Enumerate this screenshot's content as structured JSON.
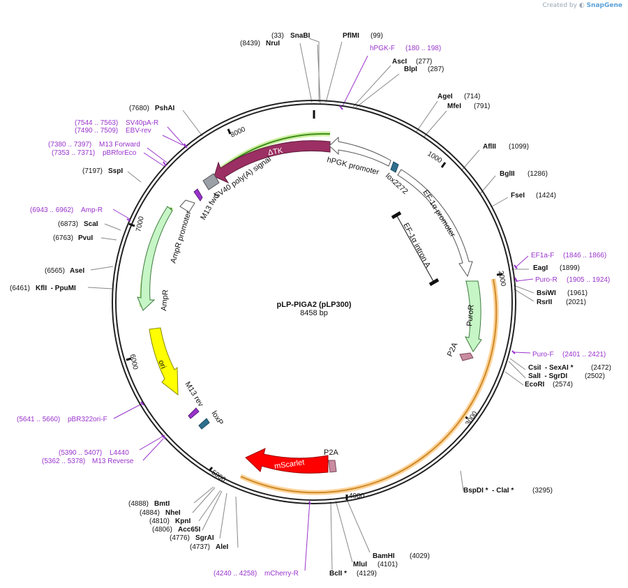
{
  "app": {
    "credit_prefix": "Created by",
    "credit_brand": "SnapGene"
  },
  "plasmid": {
    "name": "pLP-PIGA2 (pLP300)",
    "size_label": "8458 bp",
    "length_bp": 8458
  },
  "tick_labels": [
    "1000",
    "2000",
    "3000",
    "4000",
    "5000",
    "6000",
    "7000",
    "8000"
  ],
  "enzymes_right": [
    {
      "pos": "(33)",
      "name": "SnaBI"
    },
    {
      "pos": "(99)",
      "name": "PflMI"
    },
    {
      "pos": "(277)",
      "name": "AscI"
    },
    {
      "pos": "(287)",
      "name": "BlpI"
    },
    {
      "pos": "(714)",
      "name": "AgeI"
    },
    {
      "pos": "(791)",
      "name": "MfeI"
    },
    {
      "pos": "(1099)",
      "name": "AflII"
    },
    {
      "pos": "(1286)",
      "name": "BglII"
    },
    {
      "pos": "(1424)",
      "name": "FseI"
    },
    {
      "pos": "(1899)",
      "name": "EagI"
    },
    {
      "pos": "(1961)",
      "name": "BsiWI"
    },
    {
      "pos": "(2021)",
      "name": "RsrII"
    },
    {
      "pos": "(2472)",
      "name": "CsiI  - SexAI *"
    },
    {
      "pos": "(2502)",
      "name": "SalI  - SgrDI"
    },
    {
      "pos": "(2574)",
      "name": "EcoRI"
    },
    {
      "pos": "(3295)",
      "name": "BspDI *  - ClaI *"
    },
    {
      "pos": "(4029)",
      "name": "BamHI"
    },
    {
      "pos": "(4101)",
      "name": "MluI"
    },
    {
      "pos": "(4129)",
      "name": "BclI *"
    }
  ],
  "enzymes_left": [
    {
      "pos": "(8439)",
      "name": "NruI"
    },
    {
      "pos": "(7680)",
      "name": "PshAI"
    },
    {
      "pos": "(7197)",
      "name": "SspI"
    },
    {
      "pos": "(6873)",
      "name": "ScaI"
    },
    {
      "pos": "(6763)",
      "name": "PvuI"
    },
    {
      "pos": "(6565)",
      "name": "AseI"
    },
    {
      "pos": "(6461)",
      "name": "KflI  - PpuMI"
    },
    {
      "pos": "(4888)",
      "name": "BmtI"
    },
    {
      "pos": "(4884)",
      "name": "NheI"
    },
    {
      "pos": "(4810)",
      "name": "KpnI"
    },
    {
      "pos": "(4806)",
      "name": "Acc65I"
    },
    {
      "pos": "(4776)",
      "name": "SgrAI"
    },
    {
      "pos": "(4737)",
      "name": "AleI"
    }
  ],
  "primers_right": [
    {
      "name": "hPGK-F",
      "range": "(180 .. 198)"
    },
    {
      "name": "EF1a-F",
      "range": "(1846 .. 1866)"
    },
    {
      "name": "Puro-R",
      "range": "(1905 .. 1924)"
    },
    {
      "name": "Puro-F",
      "range": "(2401 .. 2421)"
    }
  ],
  "primers_left": [
    {
      "name": "SV40pA-R",
      "range": "(7544 .. 7563)"
    },
    {
      "name": "EBV-rev",
      "range": "(7490 .. 7509)"
    },
    {
      "name": "M13 Forward",
      "range": "(7380 .. 7397)"
    },
    {
      "name": "pBRforEco",
      "range": "(7353 .. 7371)"
    },
    {
      "name": "Amp-R",
      "range": "(6943 .. 6962)"
    },
    {
      "name": "pBR322ori-F",
      "range": "(5641 .. 5660)"
    },
    {
      "name": "L4440",
      "range": "(5390 .. 5407)"
    },
    {
      "name": "M13 Reverse",
      "range": "(5362 .. 5378)"
    },
    {
      "name": "mCherry-R",
      "range": "(4240 .. 4258)"
    }
  ],
  "features": {
    "dtk": "ΔTK",
    "sv40": "SV40 poly(A) signal",
    "hpgk": "hPGK promoter",
    "lox2272": "lox2272",
    "m13fwd": "M13 fwd",
    "ef1a_promoter": "EF-1α promoter",
    "ef1a_intron": "EF-1α intron A",
    "ampr_promoter": "AmpR promoter",
    "ampr": "AmpR",
    "puror": "PuroR",
    "p2a_1": "P2A",
    "ori": "ori",
    "m13rev": "M13 rev",
    "loxp": "loxP",
    "p2a_2": "P2A",
    "mscarlet": "mScarlet"
  },
  "colors": {
    "enzyme": "#000000",
    "primer": "#9933cc",
    "dtk": "#9c2f63",
    "sv40": "#9aa0a6",
    "ampr": "#c6f5c6",
    "ori": "#ffff00",
    "mscarlet": "#ff0000",
    "puror": "#c6f5c6",
    "lox": "#2e6f8e",
    "p2a": "#c98ba0",
    "m13": "#9933cc",
    "highlight_green": "#ccf0a0",
    "highlight_orange": "#ffd49a"
  }
}
